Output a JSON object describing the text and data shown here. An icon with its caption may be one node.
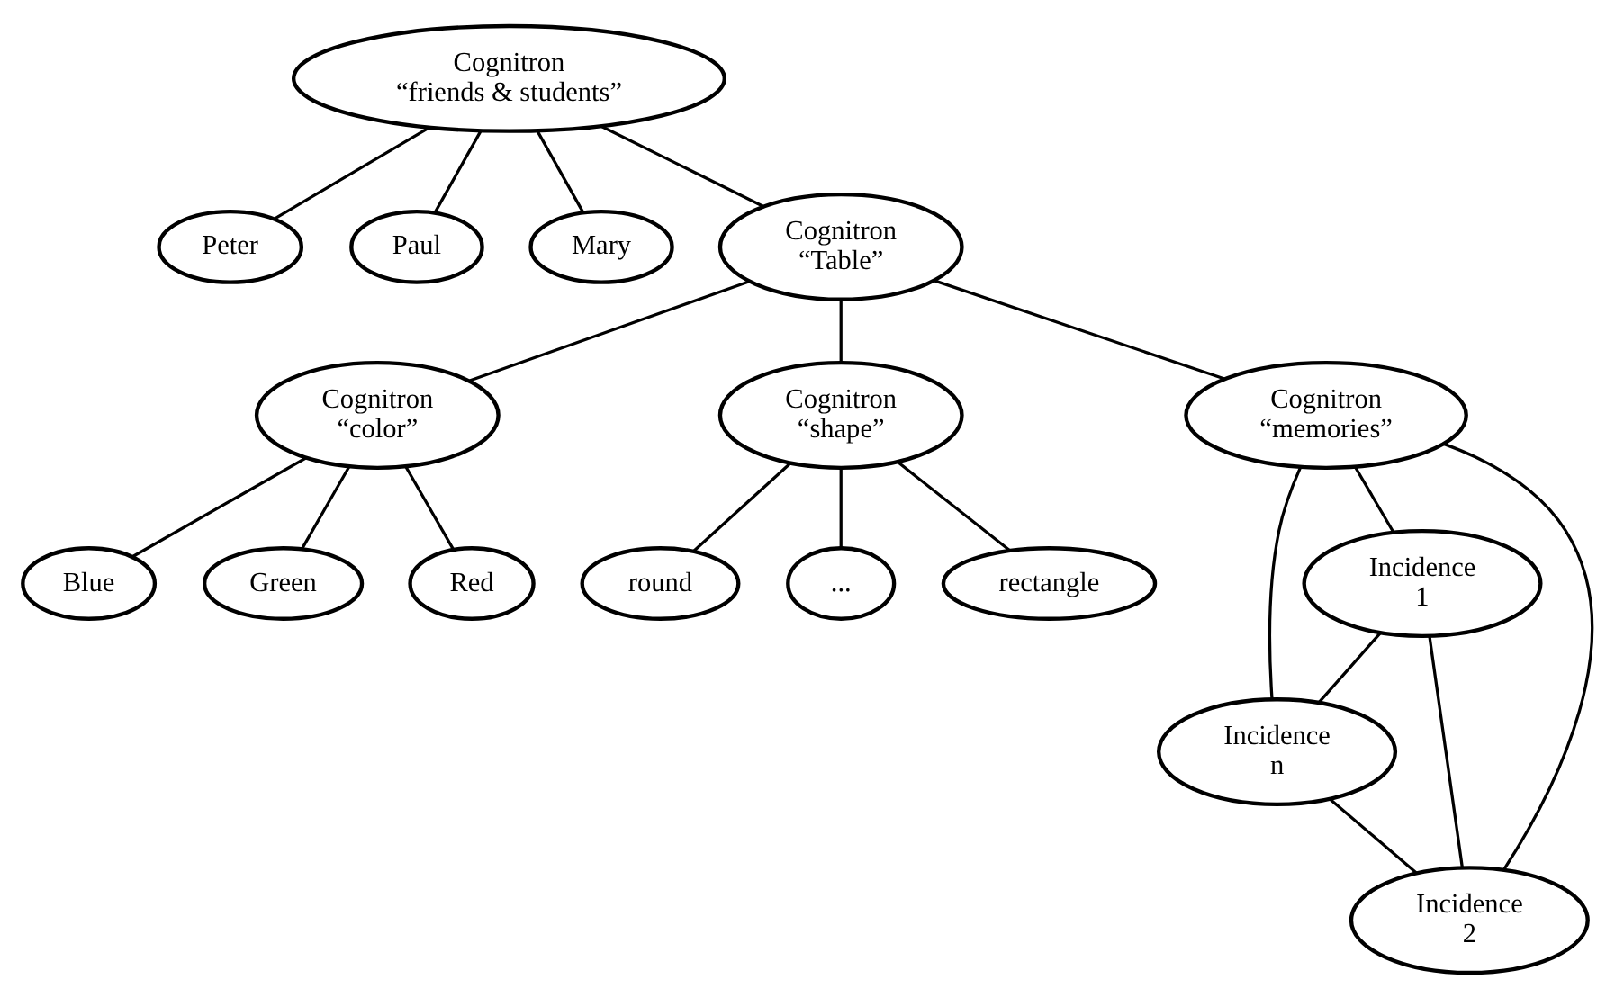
{
  "diagram": {
    "nodes": [
      {
        "text": [
          "Cognitron “friends & students”"
        ]
      },
      {
        "text": [
          "Peter"
        ]
      },
      {
        "text": [
          "Paul"
        ]
      },
      {
        "text": [
          "Mary"
        ]
      },
      {
        "text": [
          "Cognitron “Table”"
        ]
      },
      {
        "text": [
          "Cognitron “color”"
        ]
      },
      {
        "text": [
          "Cognitron “shape”"
        ]
      },
      {
        "text": [
          "Cognitron “memories”"
        ]
      },
      {
        "text": [
          "Blue"
        ]
      },
      {
        "text": [
          "Green"
        ]
      },
      {
        "text": [
          "Red"
        ]
      },
      {
        "text": [
          "round"
        ]
      },
      {
        "text": [
          "..."
        ]
      },
      {
        "text": [
          "rectangle"
        ]
      },
      {
        "text": [
          "Incidence 1"
        ]
      },
      {
        "text": [
          "Incidence n"
        ]
      },
      {
        "text": [
          "Incidence 2"
        ]
      }
    ],
    "edges": [
      {
        "from": 0,
        "to": 1,
        "arrow": "none"
      },
      {
        "from": 0,
        "to": 2,
        "arrow": "none"
      },
      {
        "from": 0,
        "to": 3,
        "arrow": "none"
      },
      {
        "from": 0,
        "to": 4,
        "arrow": "none"
      },
      {
        "from": 4,
        "to": 5,
        "arrow": "none"
      },
      {
        "from": 4,
        "to": 6,
        "arrow": "none"
      },
      {
        "from": 4,
        "to": 7,
        "arrow": "none"
      },
      {
        "from": 5,
        "to": 8,
        "arrow": "none"
      },
      {
        "from": 5,
        "to": 9,
        "arrow": "none"
      },
      {
        "from": 5,
        "to": 10,
        "arrow": "none"
      },
      {
        "from": 6,
        "to": 11,
        "arrow": "none"
      },
      {
        "from": 6,
        "to": 12,
        "arrow": "none"
      },
      {
        "from": 6,
        "to": 13,
        "arrow": "none"
      },
      {
        "from": 7,
        "to": 14,
        "arrow": "none"
      },
      {
        "from": 7,
        "to": 15,
        "arrow": "none"
      },
      {
        "from": 7,
        "to": 16,
        "arrow": "none"
      },
      {
        "from": 14,
        "to": 15,
        "arrow": "none"
      },
      {
        "from": 14,
        "to": 16,
        "arrow": "none"
      },
      {
        "from": 15,
        "to": 16,
        "arrow": "none"
      }
    ]
  }
}
